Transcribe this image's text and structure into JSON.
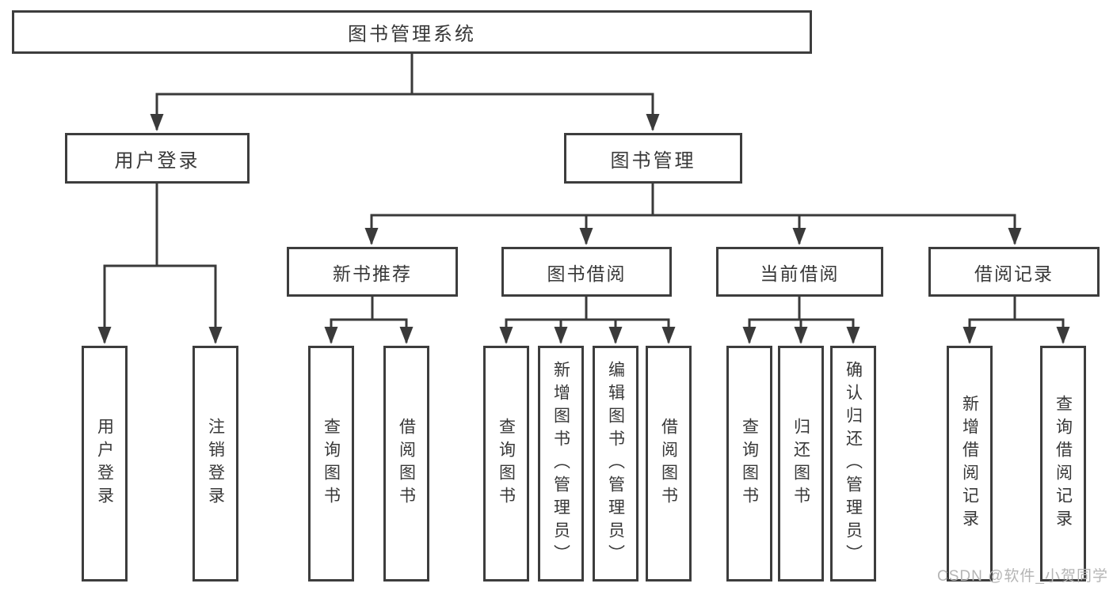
{
  "diagram": {
    "root": {
      "label": "图书管理系统"
    },
    "level2": [
      {
        "label": "用户登录"
      },
      {
        "label": "图书管理"
      }
    ],
    "level3": [
      {
        "label": "新书推荐"
      },
      {
        "label": "图书借阅"
      },
      {
        "label": "当前借阅"
      },
      {
        "label": "借阅记录"
      }
    ],
    "leaves": [
      {
        "label": "用户登录"
      },
      {
        "label": "注销登录"
      },
      {
        "label": "查询图书"
      },
      {
        "label": "借阅图书"
      },
      {
        "label": "查询图书"
      },
      {
        "label": "新增图书（管理员）"
      },
      {
        "label": "编辑图书（管理员）"
      },
      {
        "label": "借阅图书"
      },
      {
        "label": "查询图书"
      },
      {
        "label": "归还图书"
      },
      {
        "label": "确认归还（管理员）"
      },
      {
        "label": "新增借阅记录"
      },
      {
        "label": "查询借阅记录"
      }
    ]
  },
  "watermark": {
    "text": "CSDN @软件_小贺同学"
  },
  "colors": {
    "line": "#3a3a3a",
    "border": "#3d3d3d",
    "text": "#383838",
    "background": "#ffffff",
    "watermark": "#b5b5b5"
  }
}
